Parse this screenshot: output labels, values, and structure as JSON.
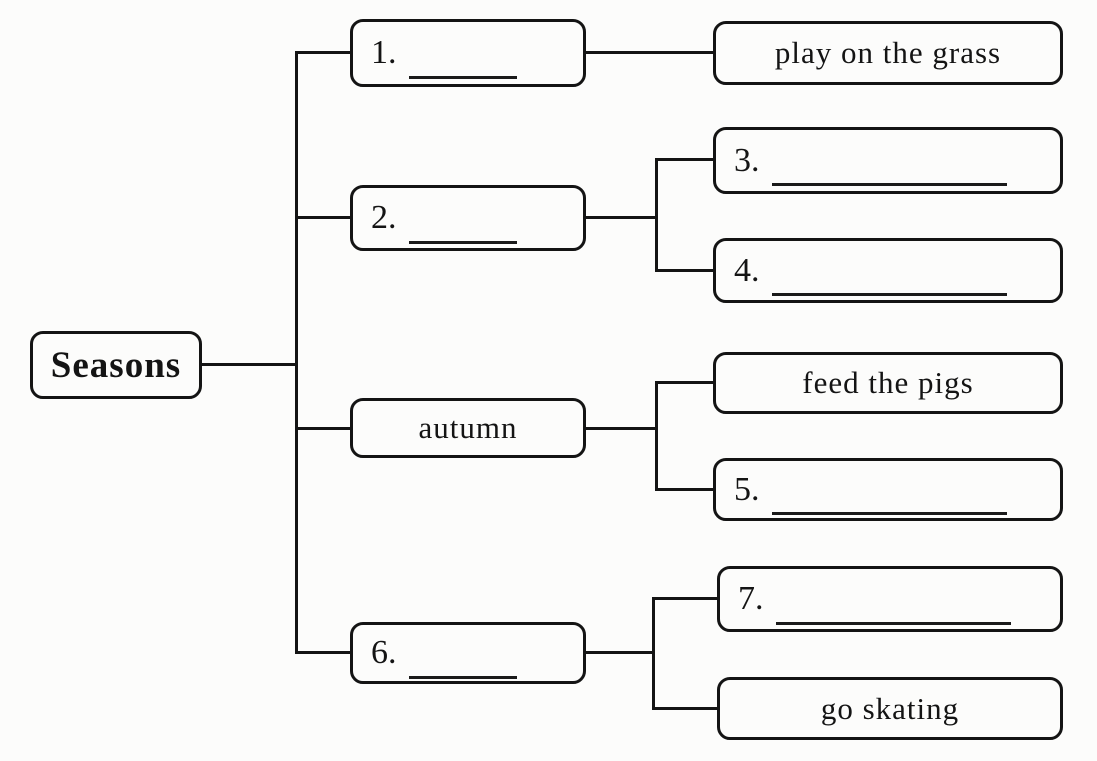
{
  "page": {
    "background_color": "#fcfcfb",
    "line_color": "#141414"
  },
  "diagram": {
    "type": "tree",
    "root": "Seasons",
    "branches": [
      {
        "season": "1. (blank)",
        "activities": [
          "play on the grass"
        ]
      },
      {
        "season": "2. (blank)",
        "activities": [
          "3. (blank)",
          "4. (blank)"
        ]
      },
      {
        "season": "autumn",
        "activities": [
          "feed the pigs",
          "5. (blank)"
        ]
      },
      {
        "season": "6. (blank)",
        "activities": [
          "7. (blank)",
          "go skating"
        ]
      }
    ]
  },
  "nodes": {
    "root": {
      "label": "Seasons"
    },
    "n1": {
      "number": "1."
    },
    "play": {
      "label": "play on the grass"
    },
    "n3": {
      "number": "3."
    },
    "n2": {
      "number": "2."
    },
    "n4": {
      "number": "4."
    },
    "feed": {
      "label": "feed the pigs"
    },
    "autumn": {
      "label": "autumn"
    },
    "n5": {
      "number": "5."
    },
    "n7": {
      "number": "7."
    },
    "n6": {
      "number": "6."
    },
    "skate": {
      "label": "go skating"
    }
  }
}
